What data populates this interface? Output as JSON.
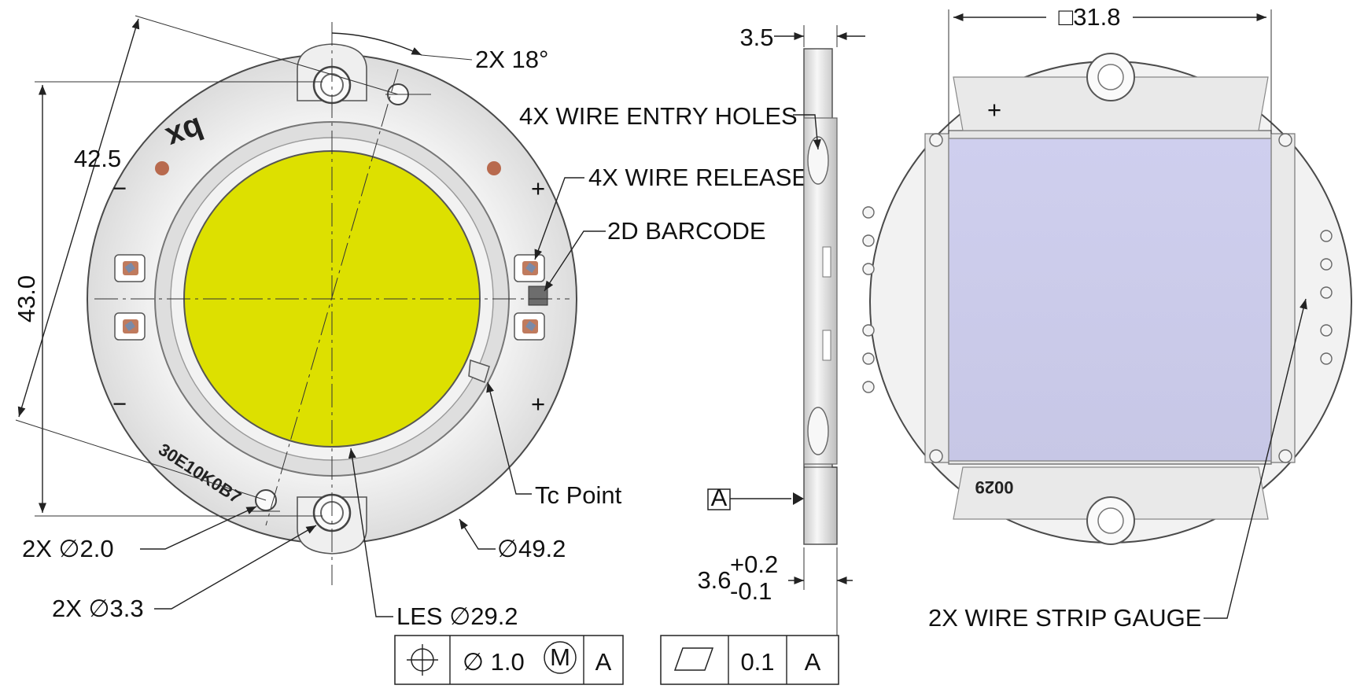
{
  "front_view": {
    "dim_42_5": "42.5",
    "dim_43_0": "43.0",
    "dim_2x_18": "2X 18°",
    "dim_2x_d2_0": "2X ∅2.0",
    "dim_2x_d3_3": "2X ∅3.3",
    "dim_d49_2": "∅49.2",
    "dim_les": "LES ∅29.2",
    "label_wire_release": "4X WIRE RELEASE",
    "label_barcode": "2D BARCODE",
    "label_tc_point": "Tc Point",
    "polarity_minus": "−",
    "polarity_plus": "+",
    "part_code": "30E10K0B7",
    "logo_text": "bx",
    "les_color": "#dde000",
    "copper_color": "#b86a4e"
  },
  "side_view": {
    "dim_3_5": "3.5",
    "label_wire_entry": "4X WIRE ENTRY HOLES",
    "dim_3_6": "3.6",
    "tol_plus": "+0.2",
    "tol_minus": "-0.1",
    "datum": "A"
  },
  "back_view": {
    "dim_31_8": "□31.8",
    "label_strip_gauge": "2X WIRE STRIP GAUGE",
    "thermal_pad_color": "#cdcdeb",
    "back_code": "0029"
  },
  "fcf_position": {
    "symbol": "position-symbol",
    "value": "∅ 1.0",
    "modifier": "M",
    "datum": "A"
  },
  "fcf_flatness": {
    "symbol": "flatness-symbol",
    "value": "0.1",
    "datum": "A"
  }
}
